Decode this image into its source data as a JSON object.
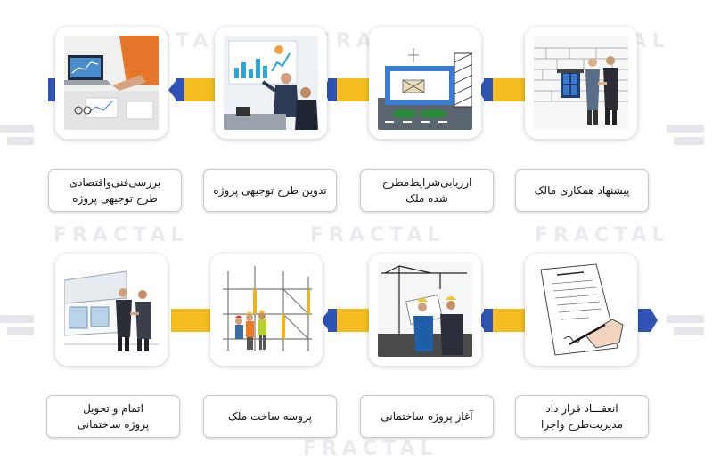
{
  "watermark": "FRACTAL",
  "colors": {
    "connector_blue": "#2f53b4",
    "connector_yellow": "#f5bd1f",
    "label_border": "#c7c9cc"
  },
  "flow": {
    "direction": "right-to-left",
    "rows": [
      {
        "steps": [
          {
            "label": "پیشنهاد همکاری مالک",
            "image": "handshake-at-brick-wall-illustration"
          },
          {
            "label": "ارزیابی‌شرایط‌مطرح\nشده ملک",
            "image": "site-plan-sketch-illustration"
          },
          {
            "label": "تدوین طرح توجیهی پروژه",
            "image": "presentation-meeting-illustration"
          },
          {
            "label": "بررسی‌فنی‌واقتصادی\nطرح توجیهی پروژه",
            "image": "laptop-analysis-illustration"
          }
        ]
      },
      {
        "steps": [
          {
            "label": "انعقـــاد قرار داد\nمدیریت‌طرح واجرا",
            "image": "contract-signing-illustration"
          },
          {
            "label": "آغاز پروژه ساختمانی",
            "image": "engineers-crane-illustration"
          },
          {
            "label": "پروسه ساخت ملک",
            "image": "construction-workers-scaffold-illustration"
          },
          {
            "label": "اتمام  و  تحویل\nپروژه ساختمانی",
            "image": "building-handover-illustration"
          }
        ]
      }
    ]
  }
}
